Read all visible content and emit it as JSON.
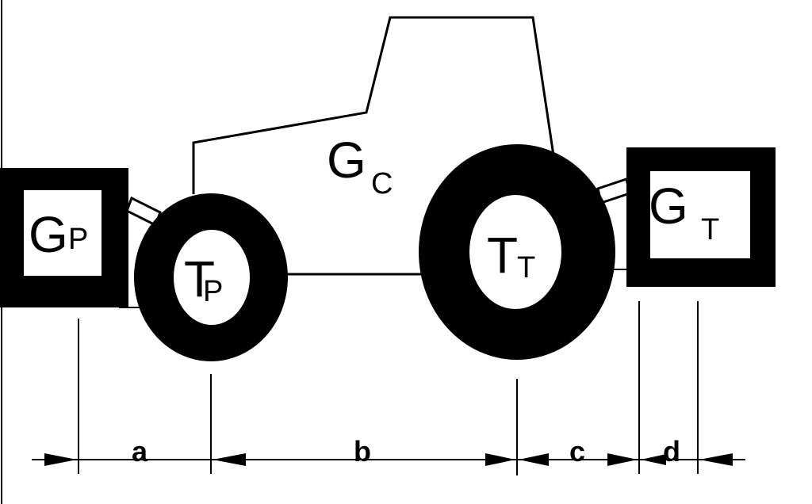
{
  "labels": {
    "gc_main": "G",
    "gc_sub": "C",
    "gp_main": "G",
    "gp_sub": "P",
    "gt_main": "G",
    "gt_sub": "T",
    "tp_main": "T",
    "tp_sub": "P",
    "tt_main": "T",
    "tt_sub": "T"
  },
  "dimensions": {
    "a": "a",
    "b": "b",
    "c": "c",
    "d": "d"
  },
  "colors": {
    "ink": "#000000",
    "background": "#ffffff"
  }
}
